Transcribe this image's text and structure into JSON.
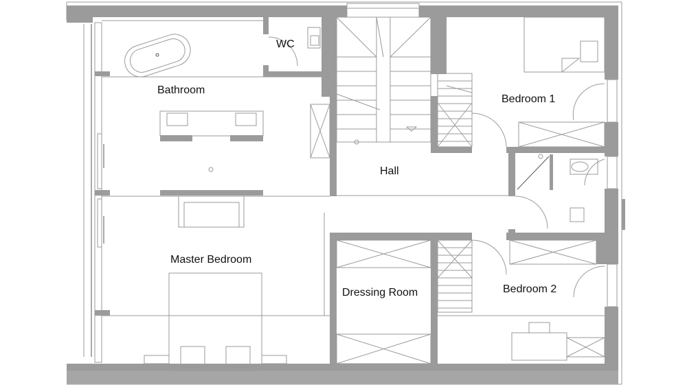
{
  "plan": {
    "rooms": {
      "bathroom": "Bathroom",
      "wc": "WC",
      "hall": "Hall",
      "bedroom1": "Bedroom 1",
      "master_bedroom": "Master Bedroom",
      "dressing_room": "Dressing Room",
      "bedroom2": "Bedroom 2"
    },
    "colors": {
      "wall": "#9b9b9b",
      "line": "#9a9a9a",
      "text": "#111111"
    }
  }
}
